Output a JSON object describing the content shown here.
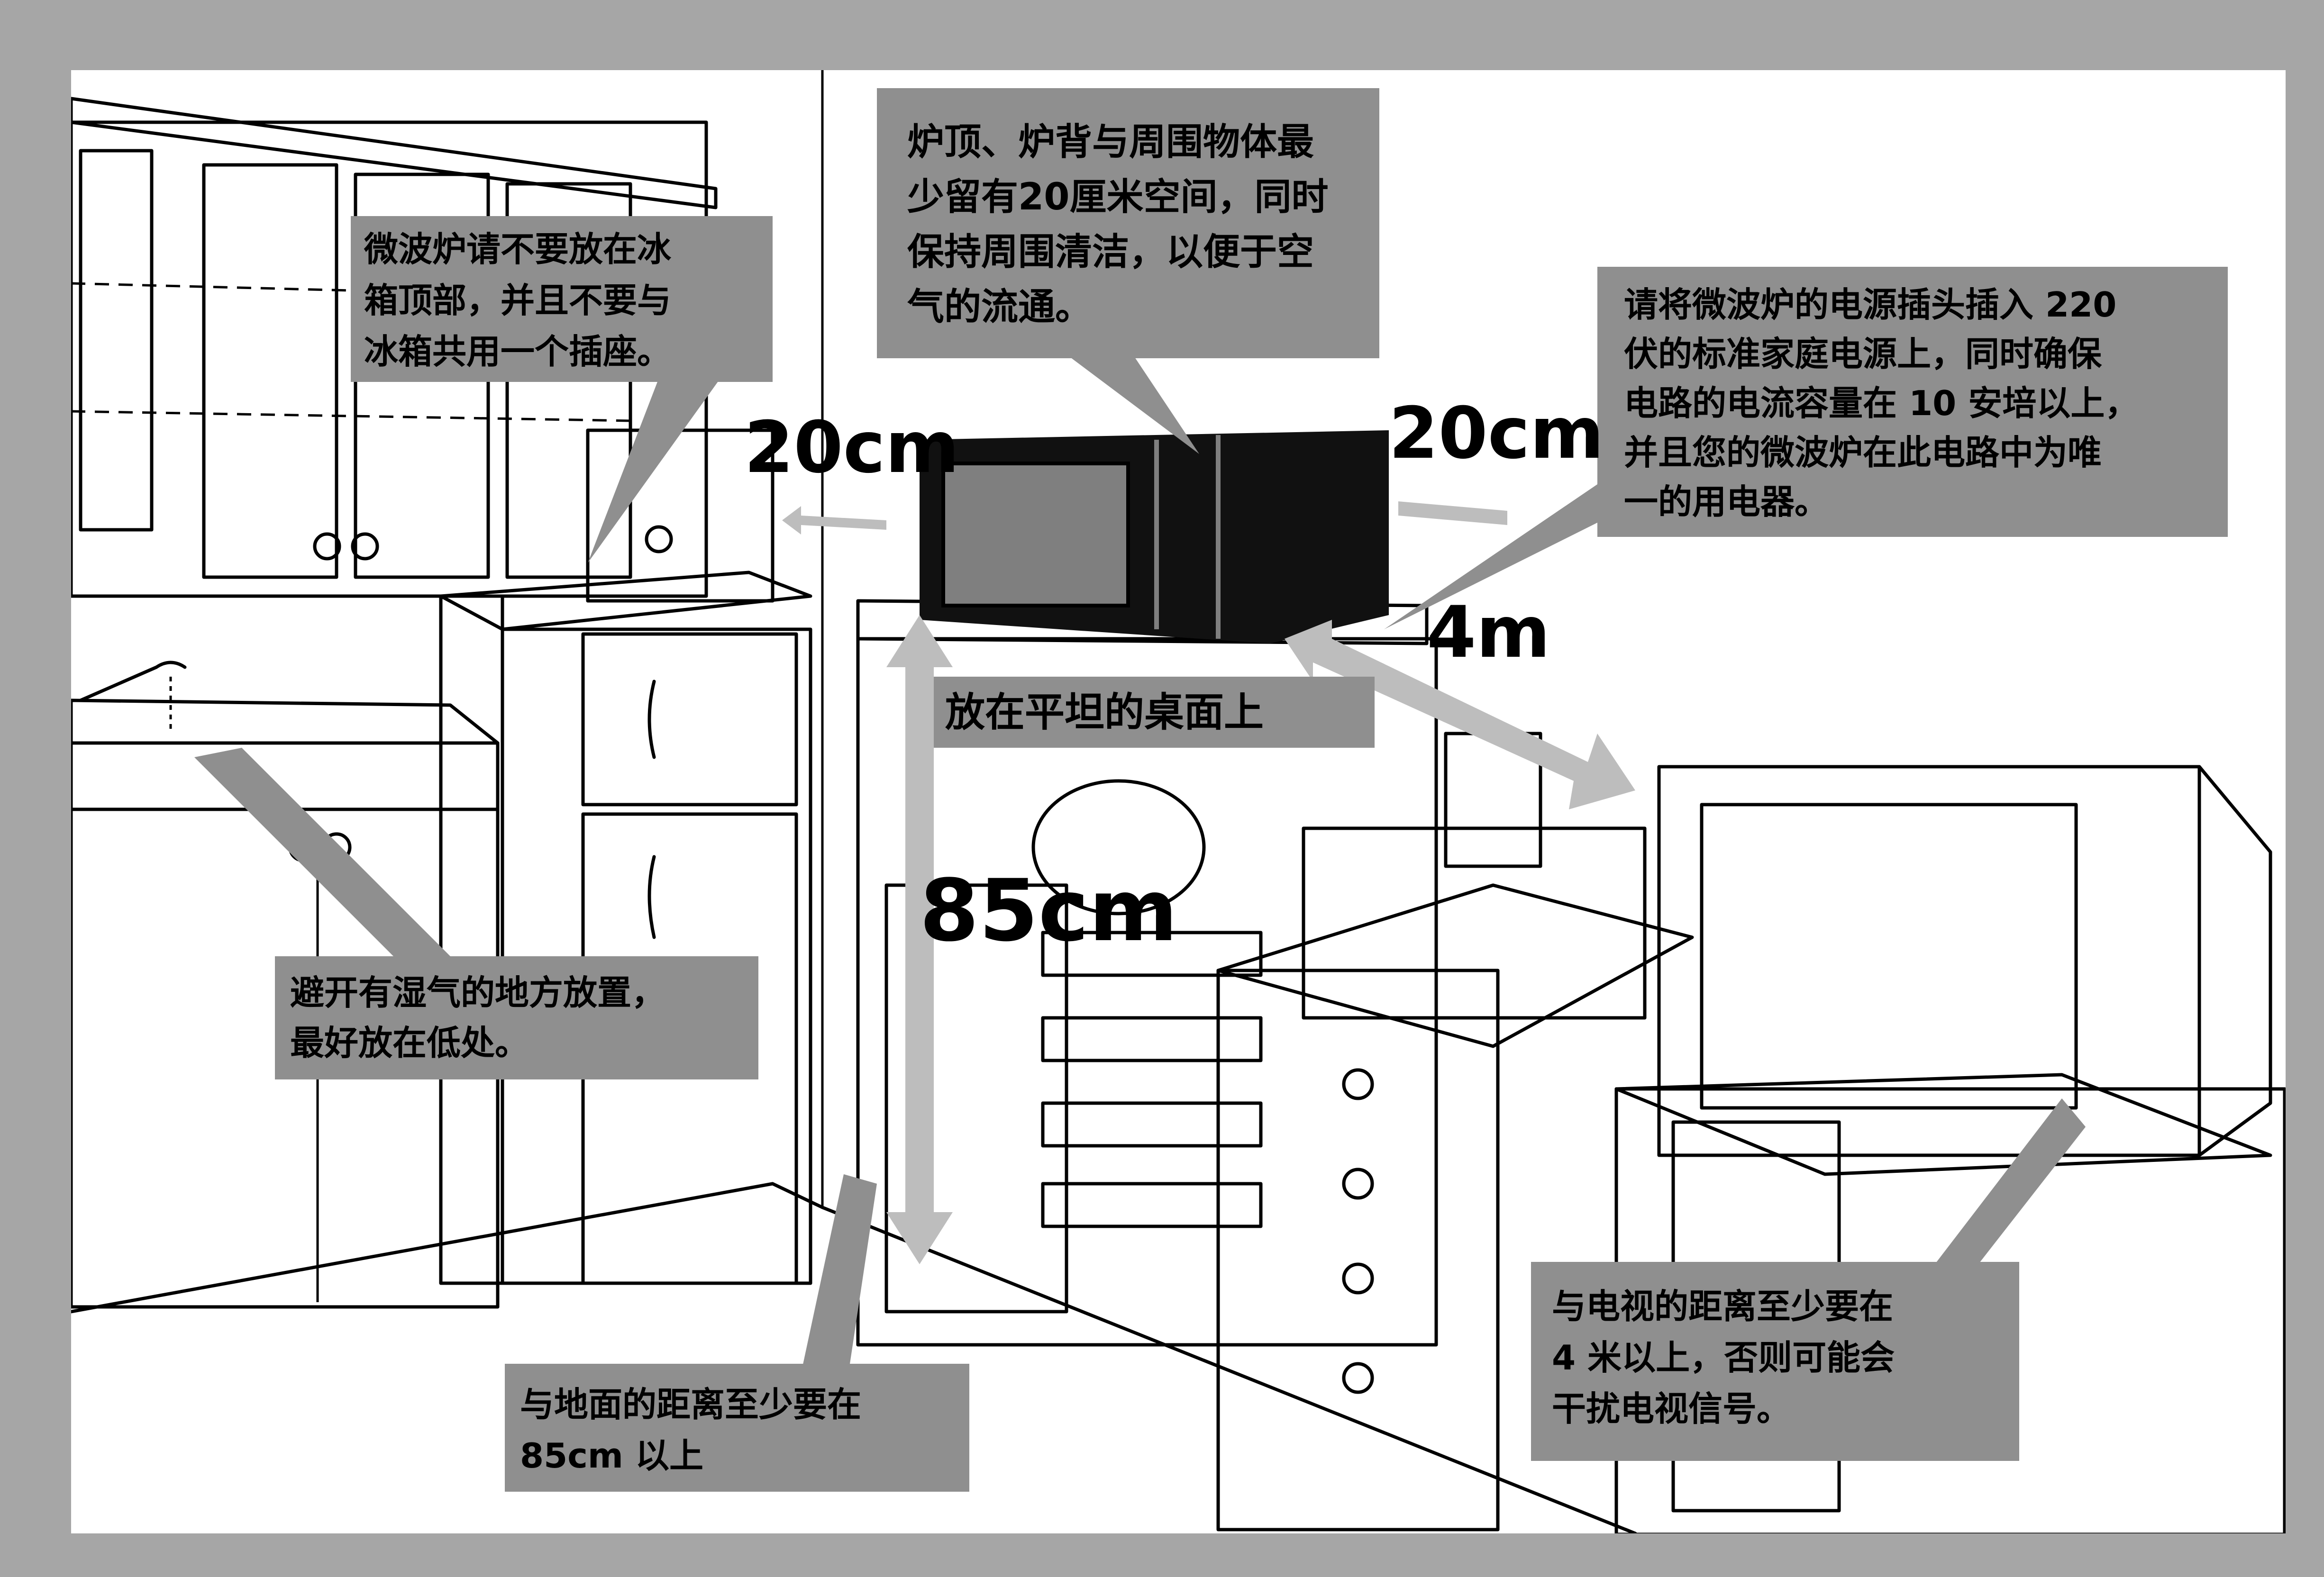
{
  "callouts": {
    "fridge": "微波炉请不要放在冰\n箱顶部，并且不要与\n冰箱共用一个插座。",
    "clearance": "炉顶、炉背与周围物体最\n少留有20厘米空间，同时\n保持周围清洁，以便于空\n气的流通。",
    "power": "请将微波炉的电源插头插入 220\n伏的标准家庭电源上，同时确保\n电路的电流容量在 10 安培以上，\n并且您的微波炉在此电路中为唯\n一的用电器。",
    "flat": "放在平坦的桌面上",
    "humidity": "避开有湿气的地方放置，\n最好放在低处。",
    "floor": "与地面的距离至少要在\n85cm 以上",
    "tv": "与电视的距离至少要在\n4 米以上，否则可能会\n干扰电视信号。"
  },
  "dimensions": {
    "left_gap": "20cm",
    "right_gap": "20cm",
    "tv_distance": "4m",
    "height": "85cm"
  },
  "colors": {
    "frame": "#a6a6a6",
    "callout_bg": "#8f8f8f",
    "arrow": "#bdbdbd",
    "line": "#000000",
    "microwave": "#111111",
    "window": "#7f7f7f"
  }
}
